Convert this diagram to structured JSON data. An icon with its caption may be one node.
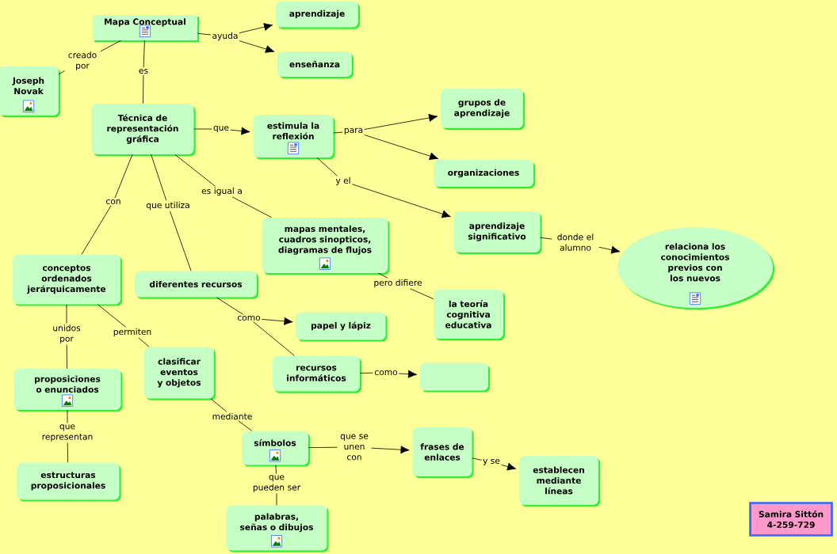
{
  "diagram": {
    "nodes": [
      {
        "text": [
          "Mapa Conceptual"
        ]
      },
      {
        "text": [
          "ayuda"
        ]
      },
      {
        "text": [
          "aprendizaje"
        ]
      },
      {
        "text": [
          "enseñanza"
        ]
      },
      {
        "text": [
          "creado por"
        ]
      },
      {
        "text": [
          "Joseph Novak"
        ]
      },
      {
        "text": [
          "es"
        ]
      },
      {
        "text": [
          "Técnica de representación gráfica"
        ]
      },
      {
        "text": [
          "que"
        ]
      },
      {
        "text": [
          "estimula la reflexión"
        ]
      },
      {
        "text": [
          "para"
        ]
      },
      {
        "text": [
          "grupos de aprendizaje"
        ]
      },
      {
        "text": [
          "organizaciones"
        ]
      },
      {
        "text": [
          "y el"
        ]
      },
      {
        "text": [
          "aprendizaje significativo"
        ]
      },
      {
        "text": [
          "donde el alumno"
        ]
      },
      {
        "text": [
          "relaciona los conocimientos previos con los nuevos"
        ]
      },
      {
        "text": [
          "es igual a"
        ]
      },
      {
        "text": [
          "mapas mentales, cuadros sinopticos, diagramas de flujos"
        ]
      },
      {
        "text": [
          "pero difiere"
        ]
      },
      {
        "text": [
          "la teoría cognitiva educativa"
        ]
      },
      {
        "text": [
          "con"
        ]
      },
      {
        "text": [
          "conceptos ordenados jerárquicamente"
        ]
      },
      {
        "text": [
          "que utiliza"
        ]
      },
      {
        "text": [
          "diferentes recursos"
        ]
      },
      {
        "text": [
          "como"
        ]
      },
      {
        "text": [
          "papel  y lápiz"
        ]
      },
      {
        "text": [
          "recursos informáticos"
        ]
      },
      {
        "text": [
          "como"
        ]
      },
      {
        "text": [],
        "shape": "box"
      },
      {
        "text": [
          "unidos por"
        ]
      },
      {
        "text": [
          "permiten"
        ]
      },
      {
        "text": [
          "proposiciones o enunciados"
        ]
      },
      {
        "text": [
          "clasificar eventos y objetos"
        ]
      },
      {
        "text": [
          "que representan"
        ]
      },
      {
        "text": [
          "estructuras proposicionales"
        ]
      },
      {
        "text": [
          "mediante"
        ]
      },
      {
        "text": [
          "símbolos"
        ]
      },
      {
        "text": [
          "que se unen con"
        ]
      },
      {
        "text": [
          "frases de enlaces"
        ]
      },
      {
        "text": [
          "y se"
        ]
      },
      {
        "text": [
          "establecen mediante líneas"
        ]
      },
      {
        "text": [
          "que pueden ser"
        ]
      },
      {
        "text": [
          "palabras, señas o dibujos"
        ]
      },
      {
        "text": [
          "Samira Sittón 4-259-729"
        ]
      }
    ],
    "edges": [
      {
        "from": 0,
        "to": 1,
        "arrow": "none"
      },
      {
        "from": 1,
        "to": 2,
        "arrow": "to"
      },
      {
        "from": 1,
        "to": 3,
        "arrow": "to"
      },
      {
        "from": 0,
        "to": 4,
        "arrow": "none"
      },
      {
        "from": 4,
        "to": 5,
        "arrow": "none"
      },
      {
        "from": 0,
        "to": 6,
        "arrow": "none"
      },
      {
        "from": 6,
        "to": 7,
        "arrow": "none"
      },
      {
        "from": 7,
        "to": 8,
        "arrow": "none"
      },
      {
        "from": 8,
        "to": 9,
        "arrow": "to"
      },
      {
        "from": 9,
        "to": 10,
        "arrow": "none"
      },
      {
        "from": 10,
        "to": 11,
        "arrow": "to"
      },
      {
        "from": 10,
        "to": 12,
        "arrow": "to"
      },
      {
        "from": 9,
        "to": 13,
        "arrow": "none"
      },
      {
        "from": 13,
        "to": 14,
        "arrow": "to"
      },
      {
        "from": 14,
        "to": 15,
        "arrow": "none"
      },
      {
        "from": 15,
        "to": 16,
        "arrow": "to"
      },
      {
        "from": 7,
        "to": 17,
        "arrow": "none"
      },
      {
        "from": 17,
        "to": 18,
        "arrow": "none"
      },
      {
        "from": 18,
        "to": 19,
        "arrow": "none"
      },
      {
        "from": 19,
        "to": 20,
        "arrow": "none"
      },
      {
        "from": 7,
        "to": 21,
        "arrow": "none"
      },
      {
        "from": 21,
        "to": 22,
        "arrow": "none"
      },
      {
        "from": 7,
        "to": 23,
        "arrow": "none"
      },
      {
        "from": 23,
        "to": 24,
        "arrow": "none"
      },
      {
        "from": 24,
        "to": 25,
        "arrow": "none"
      },
      {
        "from": 25,
        "to": 26,
        "arrow": "to"
      },
      {
        "from": 25,
        "to": 27,
        "arrow": "none"
      },
      {
        "from": 27,
        "to": 28,
        "arrow": "none"
      },
      {
        "from": 28,
        "to": 29,
        "arrow": "to"
      },
      {
        "from": 22,
        "to": 30,
        "arrow": "none"
      },
      {
        "from": 30,
        "to": 32,
        "arrow": "none"
      },
      {
        "from": 22,
        "to": 31,
        "arrow": "none"
      },
      {
        "from": 31,
        "to": 33,
        "arrow": "none"
      },
      {
        "from": 32,
        "to": 34,
        "arrow": "none"
      },
      {
        "from": 34,
        "to": 35,
        "arrow": "none"
      },
      {
        "from": 33,
        "to": 36,
        "arrow": "none"
      },
      {
        "from": 36,
        "to": 37,
        "arrow": "none"
      },
      {
        "from": 37,
        "to": 38,
        "arrow": "none"
      },
      {
        "from": 38,
        "to": 39,
        "arrow": "to"
      },
      {
        "from": 39,
        "to": 40,
        "arrow": "none"
      },
      {
        "from": 40,
        "to": 41,
        "arrow": "to"
      },
      {
        "from": 37,
        "to": 42,
        "arrow": "none"
      },
      {
        "from": 42,
        "to": 43,
        "arrow": "none"
      }
    ]
  }
}
